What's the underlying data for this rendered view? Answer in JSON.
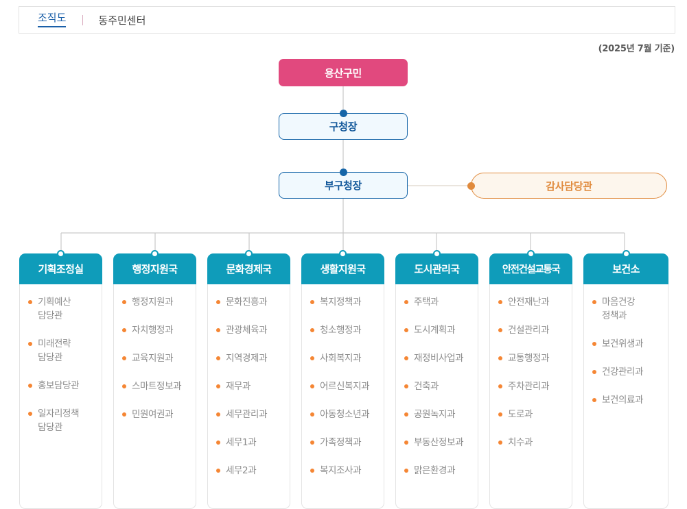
{
  "breadcrumb": {
    "active_tab": "조직도",
    "inactive_tab": "동주민센터"
  },
  "date_note": "(2025년 7월 기준)",
  "colors": {
    "citizen_pink": "#e1497e",
    "exec_blue": "#1565a8",
    "exec_blue_bg": "#f1f9fe",
    "audit_orange": "#e08a3c",
    "audit_orange_bg": "#fdf6ed",
    "dept_teal": "#0f9cba",
    "bullet_orange": "#f58634",
    "dept_text_gray": "#8c8c8c"
  },
  "hierarchy": {
    "citizen": "용산구민",
    "mayor": "구청장",
    "vice_mayor": "부구청장",
    "audit": "감사담당관"
  },
  "columns": [
    {
      "title": "기획조정실",
      "departments": [
        "기획예산\n담당관",
        "미래전략\n담당관",
        "홍보담당관",
        "일자리정책\n담당관"
      ]
    },
    {
      "title": "행정지원국",
      "departments": [
        "행정지원과",
        "자치행정과",
        "교육지원과",
        "스마트정보과",
        "민원여권과"
      ]
    },
    {
      "title": "문화경제국",
      "departments": [
        "문화진흥과",
        "관광체육과",
        "지역경제과",
        "재무과",
        "세무관리과",
        "세무1과",
        "세무2과"
      ]
    },
    {
      "title": "생활지원국",
      "departments": [
        "복지정책과",
        "청소행정과",
        "사회복지과",
        "어르신복지과",
        "아동청소년과",
        "가족정책과",
        "복지조사과"
      ]
    },
    {
      "title": "도시관리국",
      "departments": [
        "주택과",
        "도시계획과",
        "재정비사업과",
        "건축과",
        "공원녹지과",
        "부동산정보과",
        "맑은환경과"
      ]
    },
    {
      "title": "안전건설교통국",
      "departments": [
        "안전재난과",
        "건설관리과",
        "교통행정과",
        "주차관리과",
        "도로과",
        "치수과"
      ]
    },
    {
      "title": "보건소",
      "departments": [
        "마음건강\n정책과",
        "보건위생과",
        "건강관리과",
        "보건의료과"
      ]
    }
  ]
}
